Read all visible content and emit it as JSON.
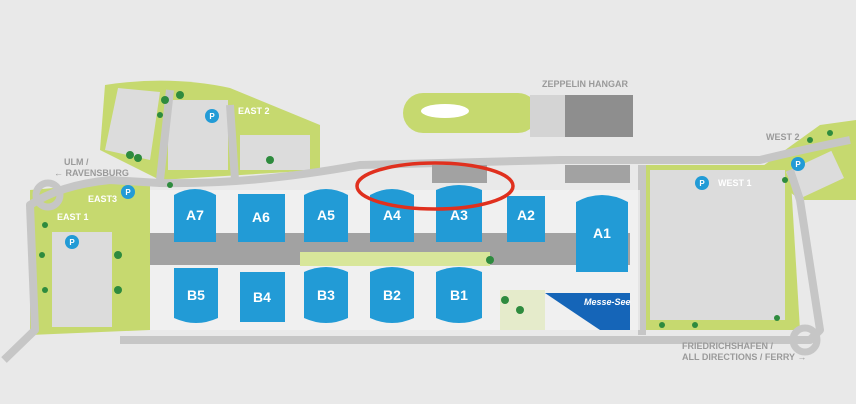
{
  "colors": {
    "background": "#e9e9e9",
    "green": "#c6d96f",
    "hall": "#229bd6",
    "lake": "#1565b8",
    "road": "#c6c6c6",
    "highlight": "#e0301e",
    "tree": "#2e8b3e"
  },
  "labels": {
    "zeppelin_hangar": "ZEPPELIN HANGAR",
    "east2": "EAST 2",
    "east3": "EAST3",
    "east1": "EAST 1",
    "west1": "WEST 1",
    "west2": "WEST 2",
    "ulm_line1": "ULM /",
    "ulm_line2": "← RAVENSBURG",
    "fried_line1": "FRIEDRICHSHAFEN /",
    "fried_line2": "ALL DIRECTIONS / FERRY →",
    "lake": "Messe-See"
  },
  "parking_label": "P",
  "halls": {
    "a7": "A7",
    "a6": "A6",
    "a5": "A5",
    "a4": "A4",
    "a3": "A3",
    "a2": "A2",
    "a1": "A1",
    "b5": "B5",
    "b4": "B4",
    "b3": "B3",
    "b2": "B2",
    "b1": "B1"
  }
}
